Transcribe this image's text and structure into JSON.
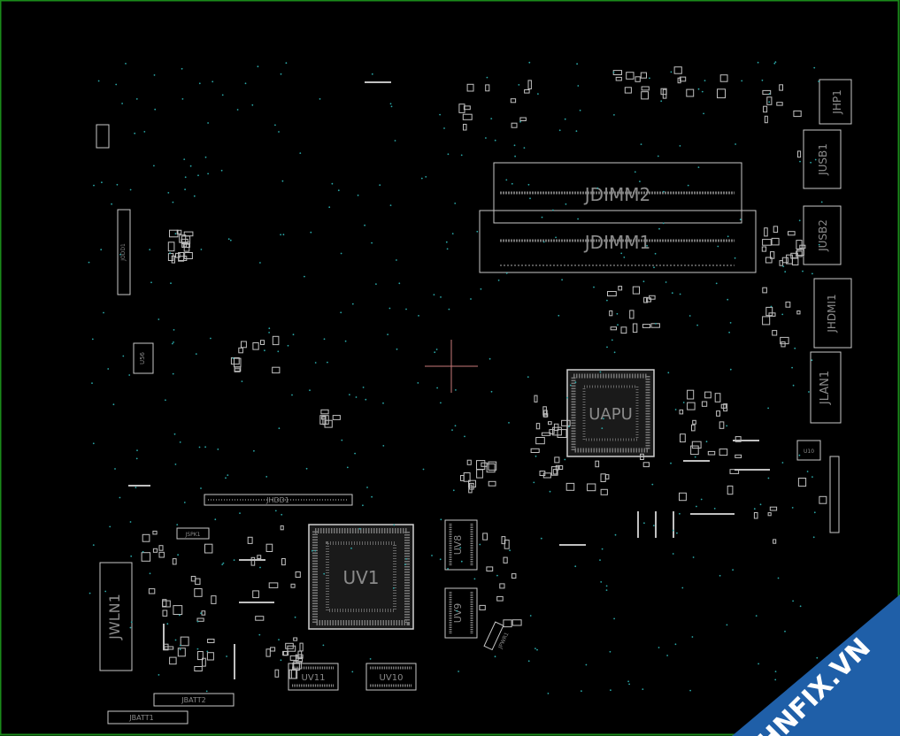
{
  "board": {
    "border_color": "#1a8a1a",
    "outline_color": "#c8c8c8",
    "label_color": "#8a8a8a",
    "via_color": "#2aa7a7"
  },
  "components": {
    "jhp1": "JHP1",
    "jusb1": "JUSB1",
    "jusb2": "JUSB2",
    "jhdmi1": "JHDMI1",
    "jlan1": "JLAN1",
    "jdimm2": "JDIMM2",
    "jdimm1": "JDIMM1",
    "uapu": "UAPU",
    "uv1": "UV1",
    "uv11": "UV11",
    "uv10": "UV10",
    "uv8": "UV8",
    "uv9": "UV9",
    "jwln1": "JWLN1",
    "jhdd1": "JHDD1",
    "jbatt2": "JBATT2",
    "jbatt1": "JBATT1",
    "jodd1": "JODD1",
    "u56": "U56",
    "u10": "U10",
    "jspk1": "JSPK1",
    "jpwr1": "JPWR1"
  },
  "watermark": {
    "text": "HNFIX.VN",
    "background": "#1f5fa8",
    "accent": "#e11d1d"
  }
}
